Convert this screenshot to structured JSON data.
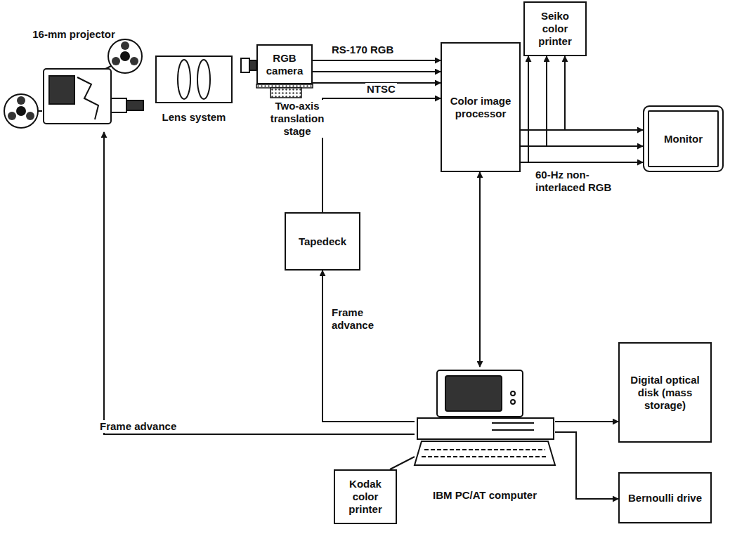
{
  "diagram": {
    "nodes": [
      {
        "text": [
          "16-mm projector"
        ]
      },
      {
        "text": [
          "Lens system"
        ]
      },
      {
        "text": [
          "RGB camera"
        ]
      },
      {
        "text": [
          "Seiko color printer"
        ]
      },
      {
        "text": [
          "Color image processor"
        ]
      },
      {
        "text": [
          "Monitor"
        ]
      },
      {
        "text": [
          "Tapedeck"
        ]
      },
      {
        "text": [
          "Digital optical disk (mass storage)"
        ]
      },
      {
        "text": [
          "IBM PC/AT computer"
        ]
      },
      {
        "text": [
          "Kodak color printer"
        ]
      },
      {
        "text": [
          "Bernoulli drive"
        ]
      }
    ],
    "edges": [
      {
        "from": 2,
        "to": 4,
        "label": "RS-170 RGB",
        "arrow": "to"
      },
      {
        "from": 6,
        "to": 4,
        "label": "NTSC",
        "arrow": "to"
      },
      {
        "from": 4,
        "to": 5,
        "label": "60-Hz non-interlaced RGB",
        "arrow": "to"
      },
      {
        "from": 4,
        "to": 3,
        "arrow": "to"
      },
      {
        "from": 8,
        "to": 4,
        "arrow": "both"
      },
      {
        "from": 8,
        "to": 6,
        "label": "Frame advance",
        "arrow": "to"
      },
      {
        "from": 8,
        "to": 0,
        "label": "Frame advance",
        "arrow": "to"
      },
      {
        "from": 8,
        "to": 7,
        "arrow": "to"
      },
      {
        "from": 8,
        "to": 10,
        "arrow": "to"
      },
      {
        "from": 8,
        "to": 9,
        "arrow": "none"
      }
    ],
    "labels": [
      "Two-axis translation stage"
    ]
  }
}
